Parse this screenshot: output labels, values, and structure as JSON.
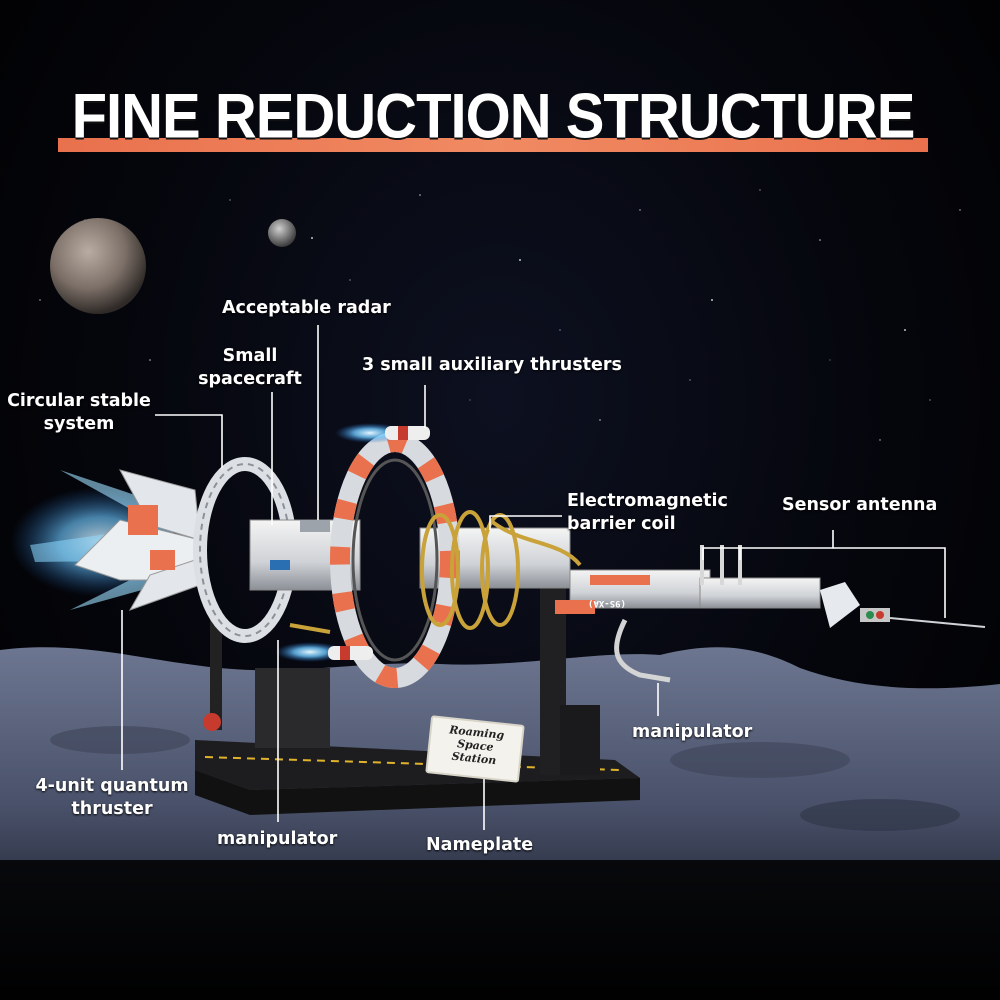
{
  "title": "FINE REDUCTION STRUCTURE",
  "labels": {
    "acceptable_radar": "Acceptable radar",
    "small_spacecraft_1": "Small",
    "small_spacecraft_2": "spacecraft",
    "auxiliary_thrusters": "3 small auxiliary thrusters",
    "circular_stable_1": "Circular stable",
    "circular_stable_2": "system",
    "em_coil_1": "Electromagnetic",
    "em_coil_2": "barrier coil",
    "sensor_antenna": "Sensor antenna",
    "manipulator_right": "manipulator",
    "quantum_thruster_1": "4-unit quantum",
    "quantum_thruster_2": "thruster",
    "manipulator_left": "manipulator",
    "nameplate": "Nameplate"
  },
  "nameplate_text": {
    "line1": "Roaming",
    "line2": "Space",
    "line3": "Station"
  },
  "model_marking": "(9S-XA)",
  "colors": {
    "accent_orange": "#e9714d",
    "hull_white": "#e8e8e8",
    "hull_gray": "#8a8f98",
    "thruster_blue": "#7fd0ff",
    "coil_gold": "#c9a23a",
    "base_dark": "#1c1c1c",
    "lunar_surface": "#5c6678"
  }
}
